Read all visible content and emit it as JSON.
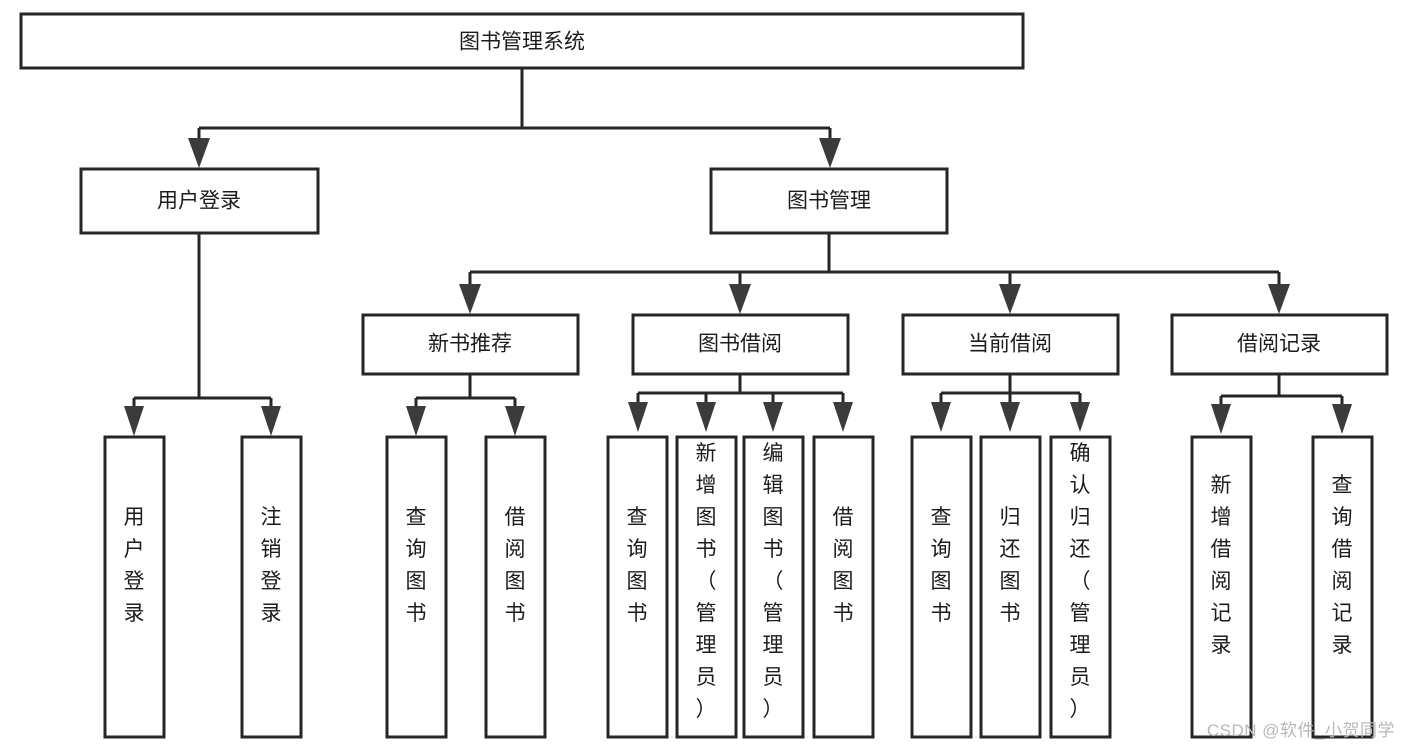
{
  "diagram": {
    "title": "图书管理系统",
    "type": "hierarchy-tree",
    "watermark": "CSDN @软件_小贺同学",
    "colors": {
      "box_stroke": "#262626",
      "box_fill": "#ffffff",
      "text": "#1c1c1c",
      "connector": "#262626",
      "watermark": "#b8b8b8"
    },
    "root": {
      "label": "图书管理系统"
    },
    "level2": [
      {
        "id": "user-login",
        "label": "用户登录"
      },
      {
        "id": "book-management",
        "label": "图书管理"
      }
    ],
    "level3": [
      {
        "id": "new-book-recommend",
        "label": "新书推荐",
        "parent": "book-management"
      },
      {
        "id": "book-borrow",
        "label": "图书借阅",
        "parent": "book-management"
      },
      {
        "id": "current-borrow",
        "label": "当前借阅",
        "parent": "book-management"
      },
      {
        "id": "borrow-record",
        "label": "借阅记录",
        "parent": "book-management"
      }
    ],
    "leaves": {
      "user-login": [
        {
          "id": "leaf-user-login",
          "label": "用户登录"
        },
        {
          "id": "leaf-user-logout",
          "label": "注销登录"
        }
      ],
      "new-book-recommend": [
        {
          "id": "leaf-query-book-1",
          "label": "查询图书"
        },
        {
          "id": "leaf-borrow-book-1",
          "label": "借阅图书"
        }
      ],
      "book-borrow": [
        {
          "id": "leaf-query-book-2",
          "label": "查询图书"
        },
        {
          "id": "leaf-add-book",
          "label": "新增图书（管理员）"
        },
        {
          "id": "leaf-edit-book",
          "label": "编辑图书（管理员）"
        },
        {
          "id": "leaf-borrow-book-2",
          "label": "借阅图书"
        }
      ],
      "current-borrow": [
        {
          "id": "leaf-query-book-3",
          "label": "查询图书"
        },
        {
          "id": "leaf-return-book",
          "label": "归还图书"
        },
        {
          "id": "leaf-confirm-return",
          "label": "确认归还（管理员）"
        }
      ],
      "borrow-record": [
        {
          "id": "leaf-add-record",
          "label": "新增借阅记录"
        },
        {
          "id": "leaf-query-record",
          "label": "查询借阅记录"
        }
      ]
    }
  }
}
